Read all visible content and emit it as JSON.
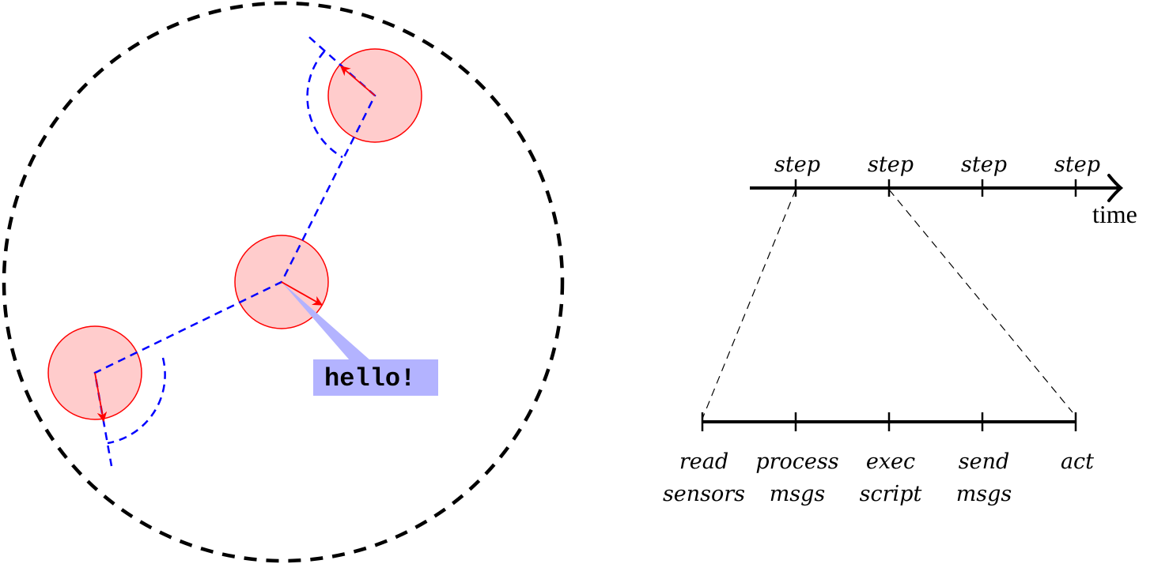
{
  "left_diagram": {
    "callout_text": "hello!",
    "colors": {
      "boundary": "#000000",
      "agent_fill": "#ffcccc",
      "agent_stroke": "#ff0000",
      "link": "#0000ff",
      "callout": "#b3b3ff"
    }
  },
  "timeline": {
    "step_labels": [
      "step",
      "step",
      "step",
      "step"
    ],
    "axis_label": "time",
    "phases": [
      {
        "line1": "read",
        "line2": "sensors"
      },
      {
        "line1": "process",
        "line2": "msgs"
      },
      {
        "line1": "exec",
        "line2": "script"
      },
      {
        "line1": "send",
        "line2": "msgs"
      },
      {
        "line1": "act",
        "line2": ""
      }
    ]
  }
}
